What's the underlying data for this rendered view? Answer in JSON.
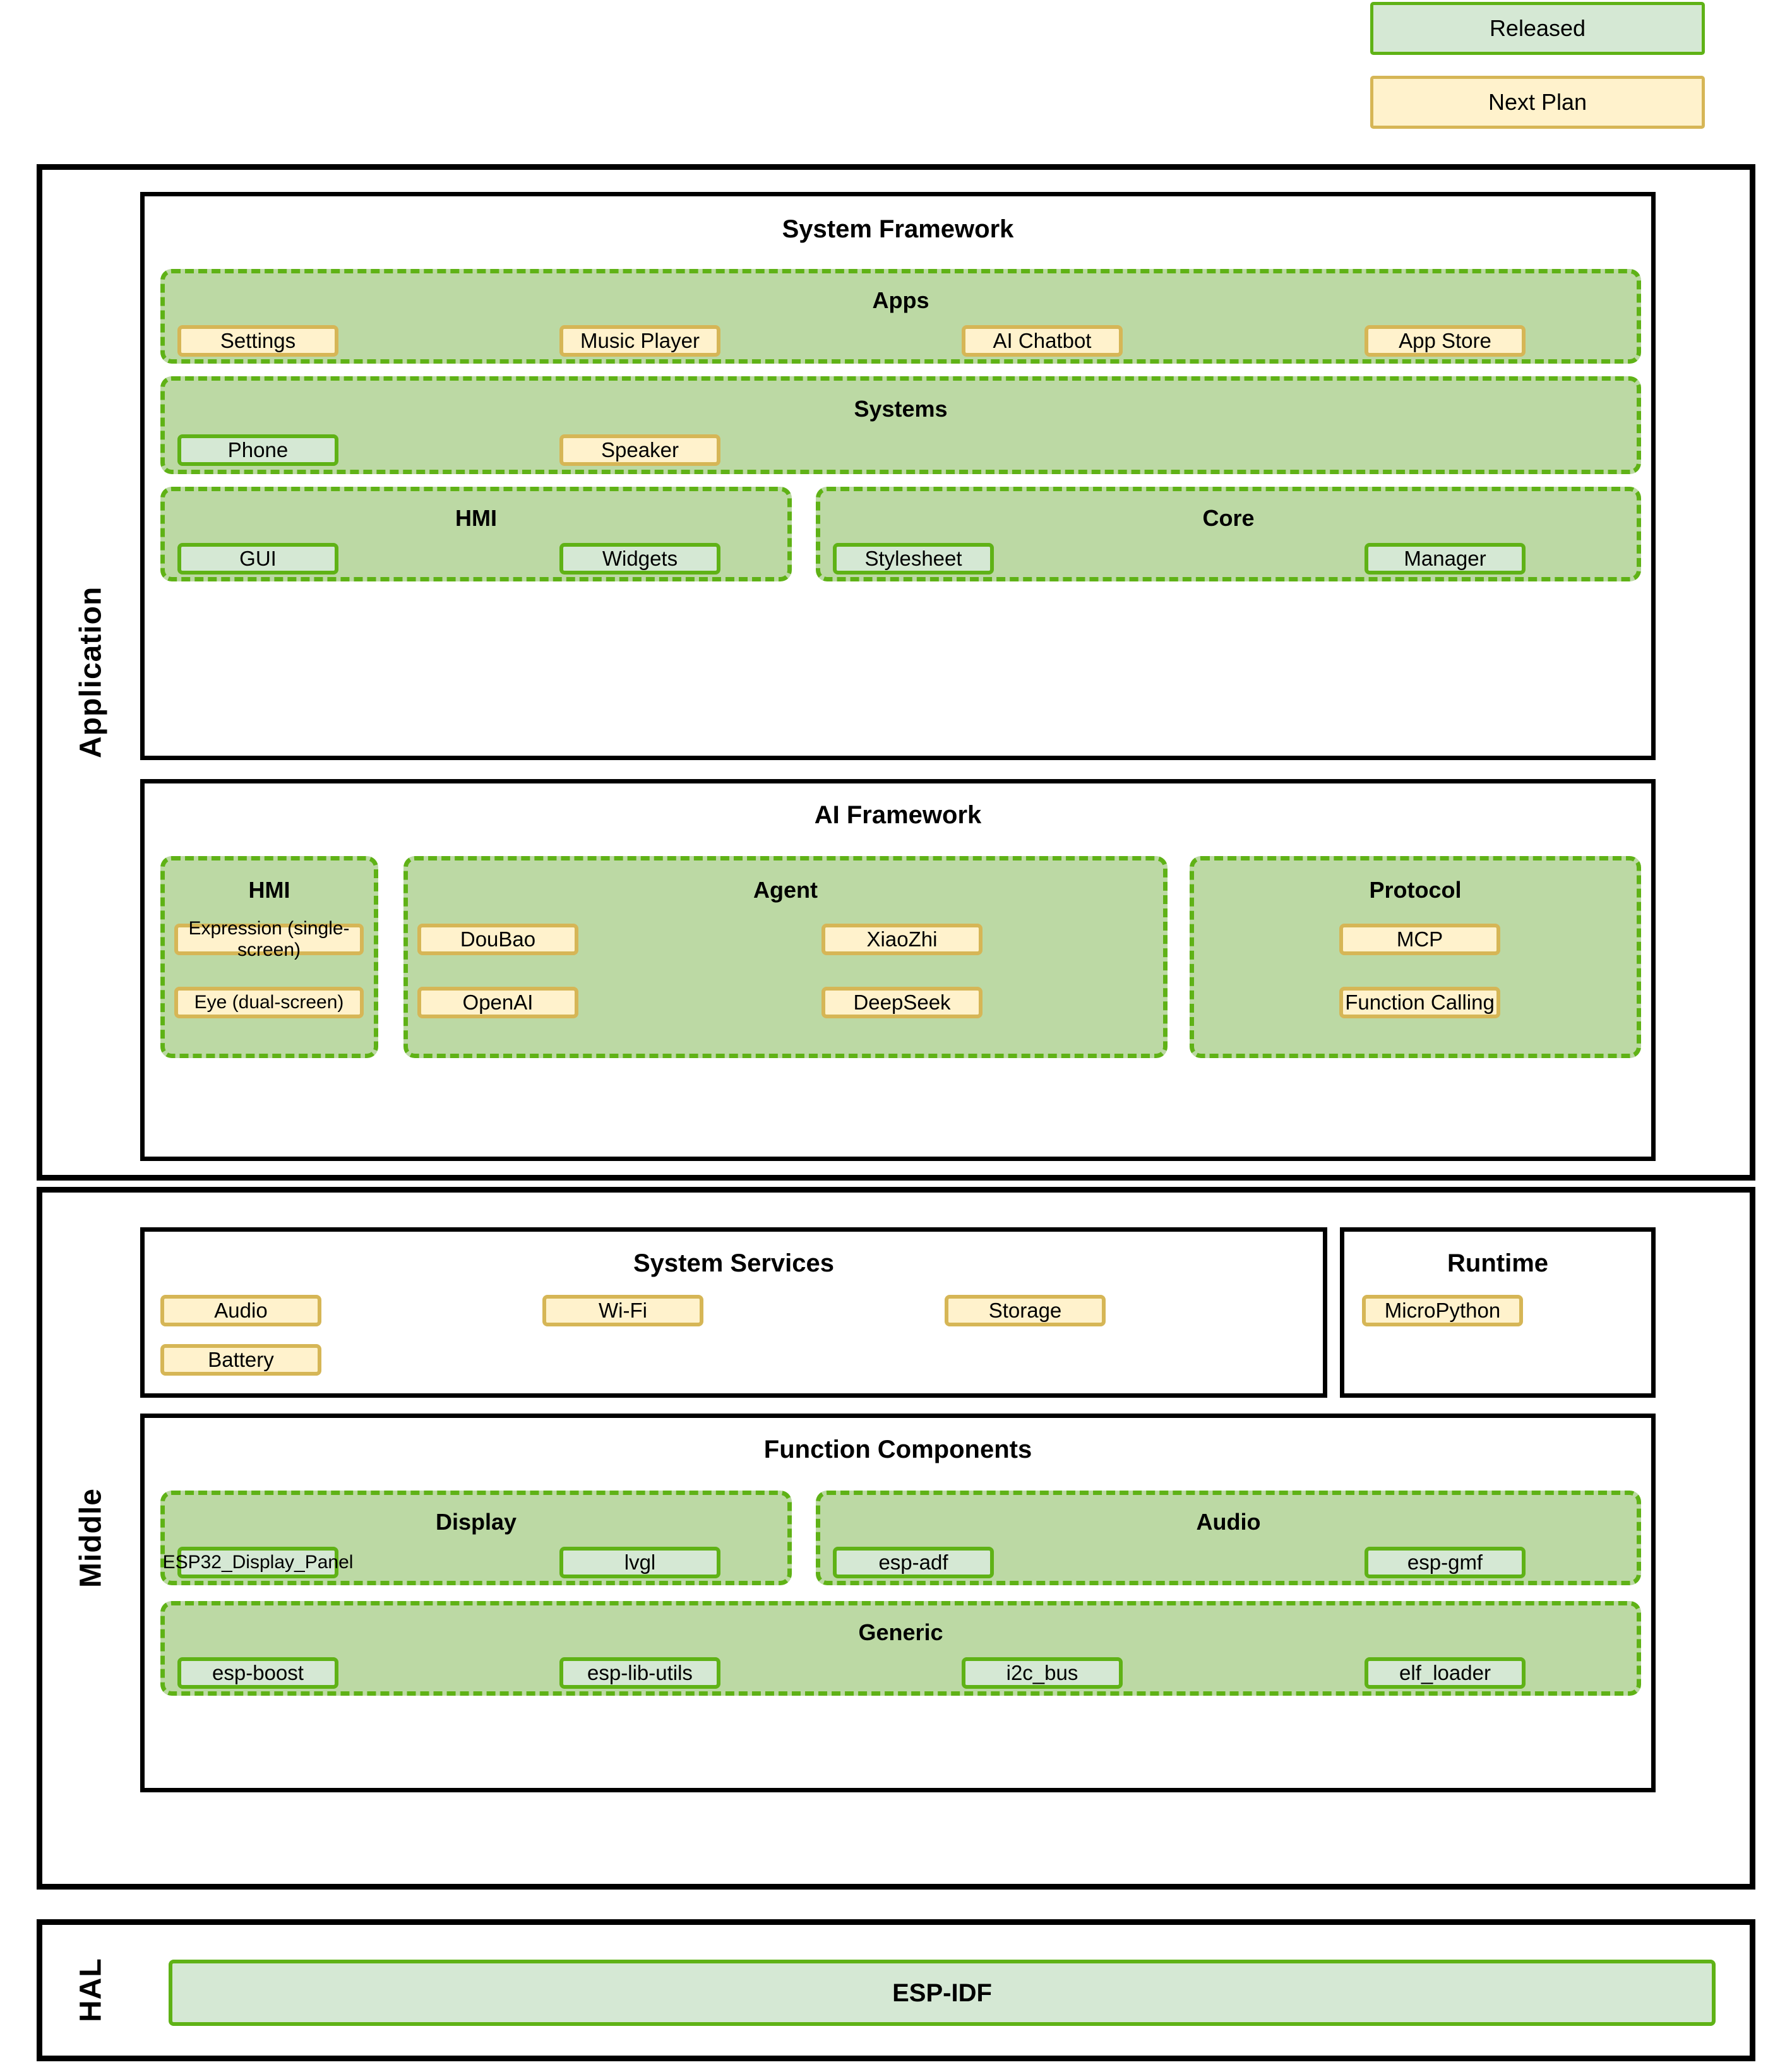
{
  "legend": {
    "released": "Released",
    "next_plan": "Next Plan",
    "colors": {
      "released_fill": "#d5e8d4",
      "released_border": "#5fb216",
      "next_fill": "#fff2cc",
      "next_border": "#d6b656",
      "group_fill": "#bcd9a4",
      "group_border": "#5fb216",
      "outline": "#000000"
    }
  },
  "tiers": {
    "application": {
      "label": "Application",
      "system_framework": {
        "title": "System Framework",
        "groups": {
          "apps": {
            "title": "Apps",
            "items": [
              {
                "label": "Settings",
                "status": "next"
              },
              {
                "label": "Music Player",
                "status": "next"
              },
              {
                "label": "AI Chatbot",
                "status": "next"
              },
              {
                "label": "App Store",
                "status": "next"
              }
            ]
          },
          "systems": {
            "title": "Systems",
            "items": [
              {
                "label": "Phone",
                "status": "released"
              },
              {
                "label": "Speaker",
                "status": "next"
              }
            ]
          },
          "hmi": {
            "title": "HMI",
            "items": [
              {
                "label": "GUI",
                "status": "released"
              },
              {
                "label": "Widgets",
                "status": "released"
              }
            ]
          },
          "core": {
            "title": "Core",
            "items": [
              {
                "label": "Stylesheet",
                "status": "released"
              },
              {
                "label": "Manager",
                "status": "released"
              }
            ]
          }
        }
      },
      "ai_framework": {
        "title": "AI Framework",
        "groups": {
          "hmi": {
            "title": "HMI",
            "items": [
              {
                "label": "Expression (single-screen)",
                "status": "next"
              },
              {
                "label": "Eye (dual-screen)",
                "status": "next"
              }
            ]
          },
          "agent": {
            "title": "Agent",
            "items": [
              {
                "label": "DouBao",
                "status": "next"
              },
              {
                "label": "XiaoZhi",
                "status": "next"
              },
              {
                "label": "OpenAI",
                "status": "next"
              },
              {
                "label": "DeepSeek",
                "status": "next"
              }
            ]
          },
          "protocol": {
            "title": "Protocol",
            "items": [
              {
                "label": "MCP",
                "status": "next"
              },
              {
                "label": "Function Calling",
                "status": "next"
              }
            ]
          }
        }
      }
    },
    "middle": {
      "label": "Middle",
      "system_services": {
        "title": "System Services",
        "items": [
          {
            "label": "Audio",
            "status": "next"
          },
          {
            "label": "Wi-Fi",
            "status": "next"
          },
          {
            "label": "Storage",
            "status": "next"
          },
          {
            "label": "Battery",
            "status": "next"
          }
        ]
      },
      "runtime": {
        "title": "Runtime",
        "items": [
          {
            "label": "MicroPython",
            "status": "next"
          }
        ]
      },
      "function_components": {
        "title": "Function Components",
        "groups": {
          "display": {
            "title": "Display",
            "items": [
              {
                "label": "ESP32_Display_Panel",
                "status": "released"
              },
              {
                "label": "lvgl",
                "status": "released"
              }
            ]
          },
          "audio": {
            "title": "Audio",
            "items": [
              {
                "label": "esp-adf",
                "status": "released"
              },
              {
                "label": "esp-gmf",
                "status": "released"
              }
            ]
          },
          "generic": {
            "title": "Generic",
            "items": [
              {
                "label": "esp-boost",
                "status": "released"
              },
              {
                "label": "esp-lib-utils",
                "status": "released"
              },
              {
                "label": "i2c_bus",
                "status": "released"
              },
              {
                "label": "elf_loader",
                "status": "released"
              }
            ]
          }
        }
      }
    },
    "hal": {
      "label": "HAL",
      "items": [
        {
          "label": "ESP-IDF",
          "status": "released"
        }
      ]
    }
  }
}
